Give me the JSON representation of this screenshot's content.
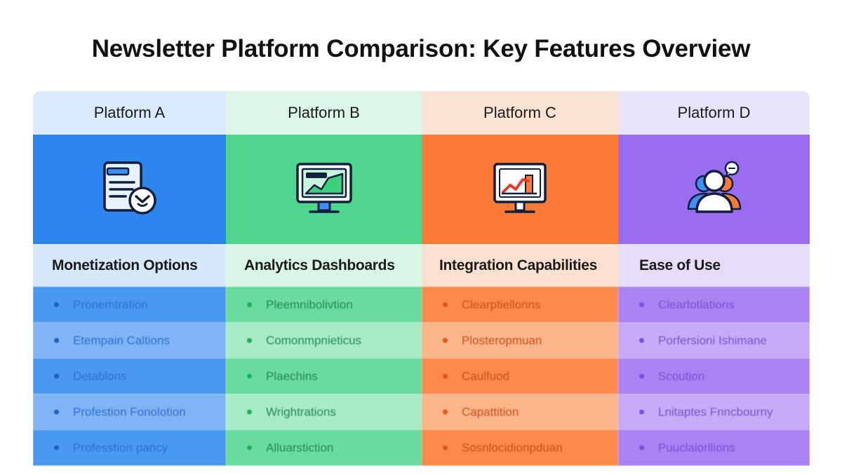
{
  "title": "Newsletter Platform Comparison: Key Features Overview",
  "columns": [
    {
      "header": "Platform A",
      "icon": "document-checklist-icon",
      "feature": "Monetization Options",
      "items": [
        "Pronemtration",
        "Etempain Caltions",
        "Detablons",
        "Profestion Fonolotion",
        "Professtion pancy"
      ],
      "accent": "#2d86ee"
    },
    {
      "header": "Platform B",
      "icon": "monitor-chart-icon",
      "feature": "Analytics Dashboards",
      "items": [
        "Pleemnibolivtion",
        "Comonmpnieticus",
        "Plaechins",
        "Wrightrations",
        "Alluarstiction"
      ],
      "accent": "#4fd58c"
    },
    {
      "header": "Platform C",
      "icon": "monitor-bar-chart-icon",
      "feature": "Integration Capabilities",
      "items": [
        "Clearptiellonns",
        "Plosteropmuan",
        "Caulfuod",
        "Capattition",
        "Sosnlocidionpduan"
      ],
      "accent": "#fb7a36"
    },
    {
      "header": "Platform D",
      "icon": "users-chat-icon",
      "feature": "Ease of Use",
      "items": [
        "Cleartotlations",
        "Porfersioni Ishimane",
        "Scoution",
        "Lnitaptes Fnncbourny",
        "Puuclaiorllions"
      ],
      "accent": "#9a6cf2"
    }
  ]
}
